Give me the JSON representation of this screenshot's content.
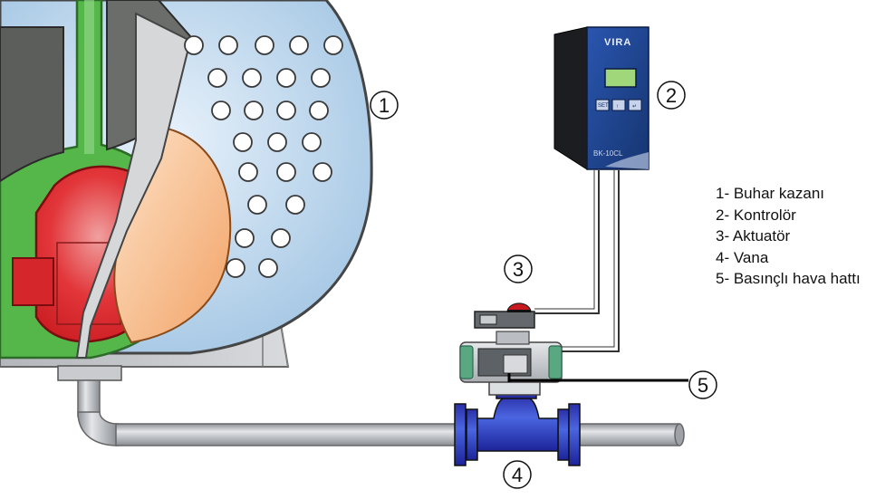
{
  "legend": {
    "items": [
      "1- Buhar kazanı",
      "2- Kontrolör",
      "3- Aktuatör",
      "4- Vana",
      "5- Basınçlı hava hattı"
    ]
  },
  "callouts": {
    "boiler": "1",
    "controller": "2",
    "actuator": "3",
    "valve": "4",
    "air_line": "5"
  },
  "controller": {
    "brand": "VIRA",
    "model": "BK-10CL",
    "buttons": [
      "SET",
      "↑",
      "↵"
    ]
  },
  "colors": {
    "boiler_shell": "#b8d4ea",
    "furnace_red": "#e0242a",
    "flame_orange": "#f6b37e",
    "water_green": "#55b64a",
    "valve_blue": "#2a3fbf",
    "controller_blue": "#1e3f8c",
    "pipe_gray": "#b3b6bb",
    "actuator_green": "#5aa882"
  }
}
